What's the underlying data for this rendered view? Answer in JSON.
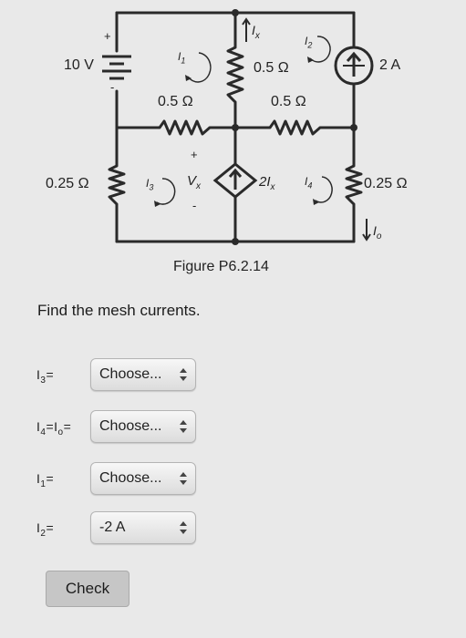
{
  "figure": {
    "caption": "Figure P6.2.14",
    "labels": {
      "source_v": "10 V",
      "source_plus": "+",
      "source_minus": "-",
      "r_top_mid": "0.5 Ω",
      "r_inner_left": "0.5 Ω",
      "r_inner_right": "0.5 Ω",
      "r_left": "0.25 Ω",
      "r_right": "0.25 Ω",
      "current_src": "2 A",
      "dep_src": "2I",
      "dep_src_sub": "x",
      "ix": "I",
      "ix_sub": "x",
      "io": "I",
      "io_sub": "o",
      "vx": "V",
      "vx_sub": "x",
      "vx_plus": "+",
      "vx_minus": "-",
      "mesh1": "I",
      "mesh1_sub": "1",
      "mesh2": "I",
      "mesh2_sub": "2",
      "mesh3": "I",
      "mesh3_sub": "3",
      "mesh4": "I",
      "mesh4_sub": "4"
    }
  },
  "prompt": "Find the mesh currents.",
  "answers": [
    {
      "label_main": "I",
      "label_sub": "3",
      "label_tail": "=",
      "value": "Choose...",
      "width": 116
    },
    {
      "label_main": "I",
      "label_sub": "4",
      "label_tail": "=I",
      "label_sub2": "o",
      "label_tail2": "=",
      "value": "Choose...",
      "width": 116
    },
    {
      "label_main": "I",
      "label_sub": "1",
      "label_tail": "=",
      "value": "Choose...",
      "width": 116
    },
    {
      "label_main": "I",
      "label_sub": "2",
      "label_tail": "=",
      "value": "-2 A",
      "width": 116
    }
  ],
  "check_button": "Check",
  "colors": {
    "wire": "#2a2a2a",
    "background": "#e9e9e9"
  }
}
